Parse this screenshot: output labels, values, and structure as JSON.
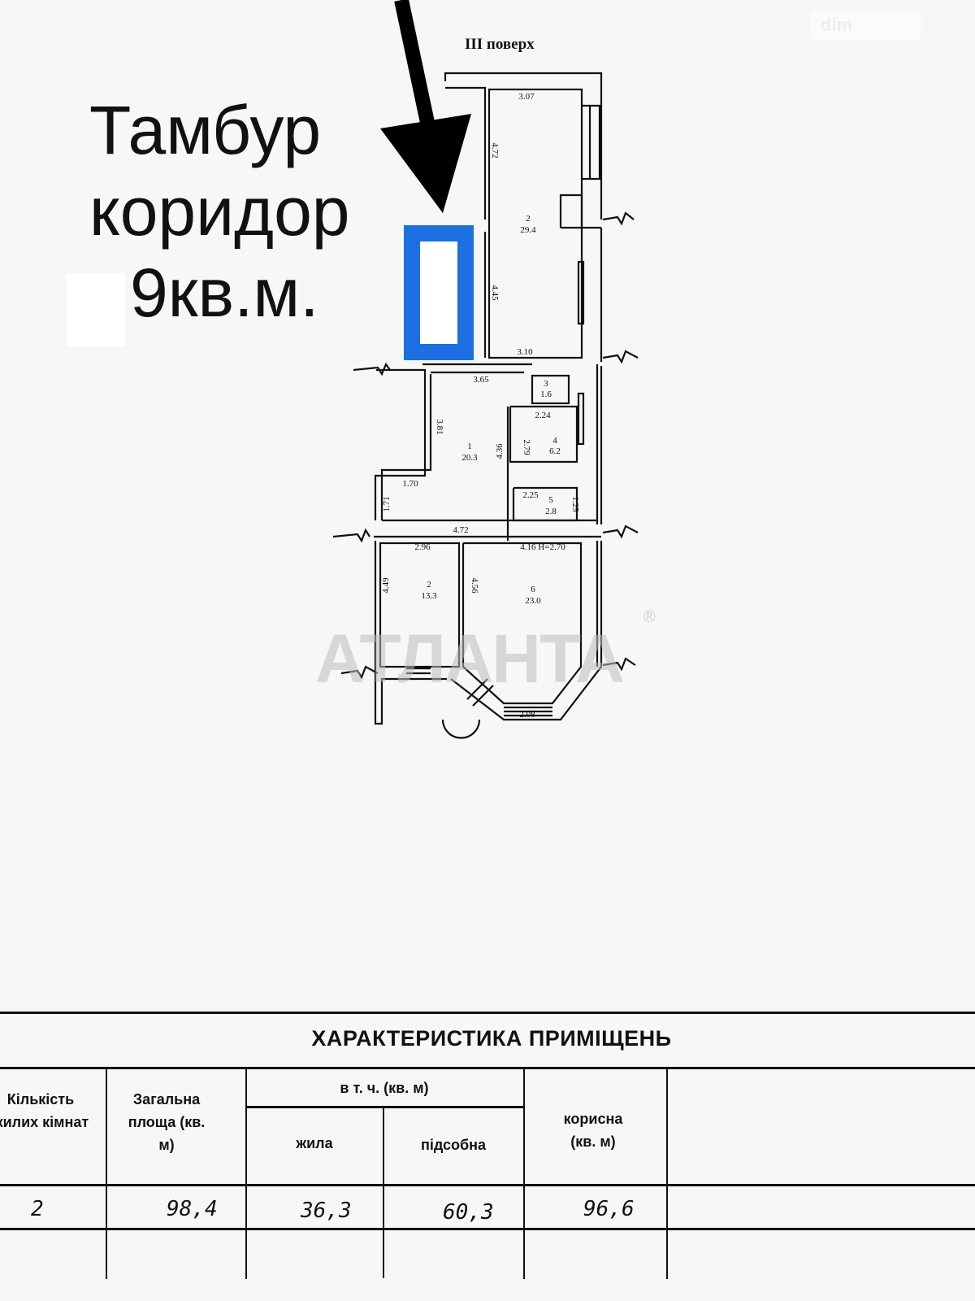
{
  "callout": {
    "line1": "Тамбур",
    "line2": "коридор",
    "line3": "9кв.м."
  },
  "plan": {
    "floor_label": "III поверх",
    "watermark": "АТЛАНТА",
    "watermark_mark": "®",
    "rooms": [
      {
        "num": "2",
        "area": "29.4"
      },
      {
        "num": "3",
        "area": "1.6"
      },
      {
        "num": "4",
        "area": "6.2"
      },
      {
        "num": "1",
        "area": "20.3"
      },
      {
        "num": "5",
        "area": "2.8"
      },
      {
        "num": "2",
        "area": "13.3"
      },
      {
        "num": "6",
        "area": "23.0"
      }
    ],
    "dims": {
      "d307": "3.07",
      "d472v": "4.72",
      "d445": "4.45",
      "d310": "3.10",
      "d365": "3.65",
      "d381": "3.81",
      "d224": "2.24",
      "d436": "4.36",
      "d279": "2.79",
      "d170": "1.70",
      "d171": "1.71",
      "d225": "2.25",
      "d125": "1.25",
      "d472": "4.72",
      "d296": "2.96",
      "d416": "4.16  H=2.70",
      "d449": "4.49",
      "d456": "4.56",
      "d208": "2.08"
    }
  },
  "highlight_color": "#1b6fe0",
  "logo": "dim",
  "table": {
    "title": "ХАРАКТЕРИСТИКА ПРИМІЩЕНЬ",
    "headers": {
      "rooms": "Кількість жилих кімнат",
      "total": "Загальна площа (кв. м)",
      "incl": "в т. ч. (кв. м)",
      "living": "жила",
      "aux": "підсобна",
      "useful": "корисна (кв. м)"
    },
    "row": {
      "rooms": "2",
      "total": "98,4",
      "living": "36,3",
      "aux": "60,3",
      "useful": "96,6"
    }
  }
}
